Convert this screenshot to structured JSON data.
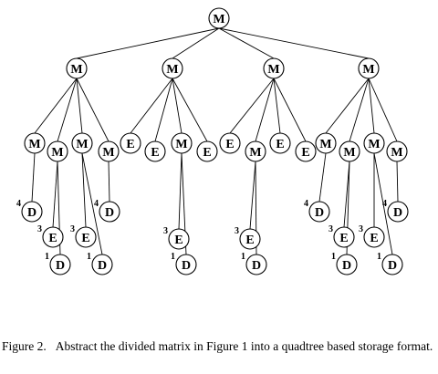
{
  "tree": {
    "root": {
      "label": "M"
    },
    "level1": [
      {
        "label": "M"
      },
      {
        "label": "M"
      },
      {
        "label": "M"
      },
      {
        "label": "M"
      }
    ],
    "level2": [
      [
        "M",
        "M",
        "M",
        "M"
      ],
      [
        "E",
        "E",
        "M",
        "E"
      ],
      [
        "E",
        "M",
        "E",
        "E"
      ],
      [
        "M",
        "M",
        "M",
        "M"
      ]
    ],
    "leaf_labels": {
      "d": "D",
      "e": "E"
    },
    "levels": [
      "4",
      "3",
      "1"
    ]
  },
  "caption": {
    "label": "Figure 2.",
    "text": "Abstract the divided matrix in Figure 1 into a quadtree based storage format."
  }
}
